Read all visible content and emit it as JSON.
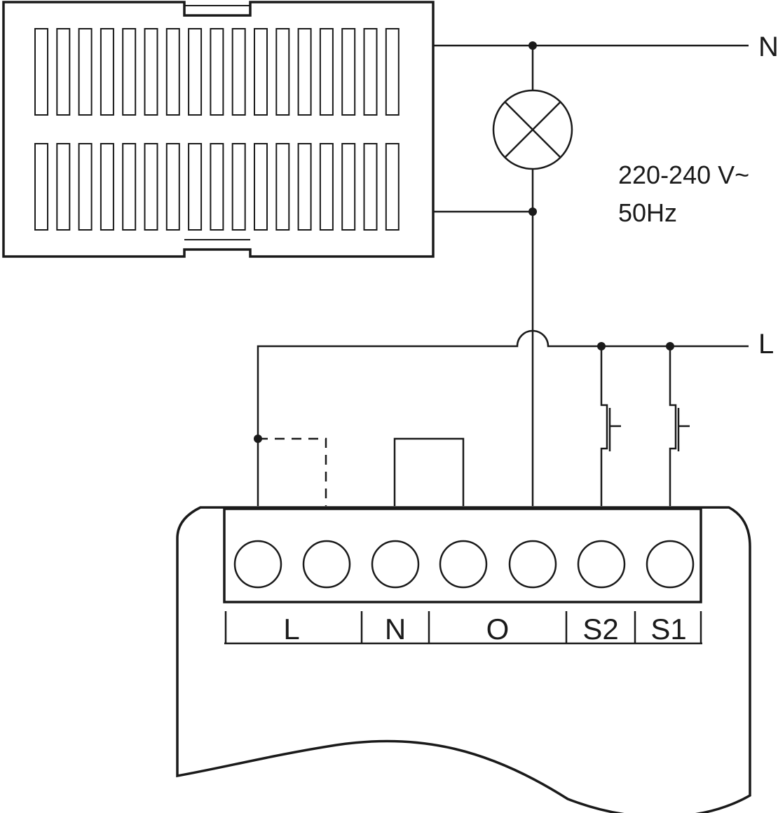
{
  "supply": {
    "neutral_label": "N",
    "line_label": "L",
    "voltage": "220-240 V~",
    "frequency": "50Hz"
  },
  "terminals": {
    "labels": [
      "L",
      "N",
      "O",
      "S2",
      "S1"
    ]
  },
  "colors": {
    "ink": "#1a1a1a",
    "background": "#ffffff"
  },
  "icons": [
    "lamp-icon",
    "pushbutton-icon",
    "power-supply-module-icon",
    "terminal-screw-icon"
  ]
}
